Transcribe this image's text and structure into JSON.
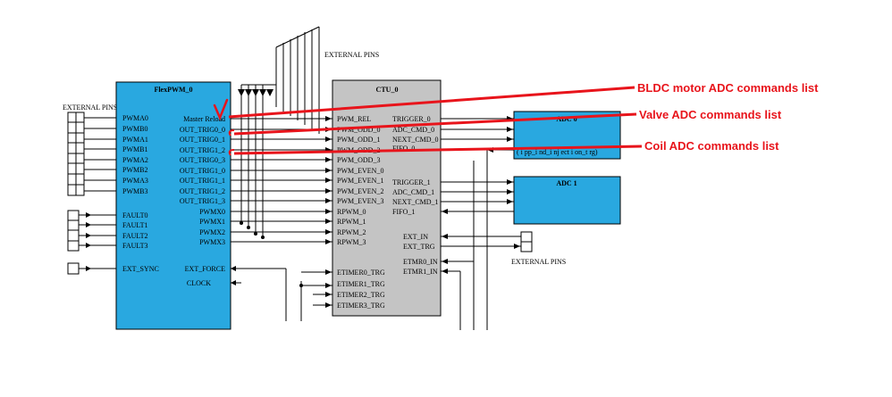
{
  "colors": {
    "block_blue": "#29a8e0",
    "ctu_gray": "#c4c4c4",
    "annotation_red": "#e8141b"
  },
  "labels": {
    "external_pins_left": "EXTERNAL PINS",
    "external_pins_top": "EXTERNAL PINS",
    "external_pins_right": "EXTERNAL PINS"
  },
  "flexpwm": {
    "title": "FlexPWM_0",
    "left_pwm": [
      "PWMA0",
      "PWMB0",
      "PWMA1",
      "PWMB1",
      "PWMA2",
      "PWMB2",
      "PWMA3",
      "PWMB3"
    ],
    "left_fault": [
      "FAULT0",
      "FAULT1",
      "FAULT2",
      "FAULT3"
    ],
    "ext_sync": "EXT_SYNC",
    "right_trig": [
      "Master Reload",
      "OUT_TRIG0_0",
      "OUT_TRIG0_1",
      "OUT_TRIG1_2",
      "OUT_TRIG0_3",
      "OUT_TRIG1_0",
      "OUT_TRIG1_1",
      "OUT_TRIG1_2",
      "OUT_TRIG1_3"
    ],
    "right_pwmx": [
      "PWMX0",
      "PWMX1",
      "PWMX2",
      "PWMX3"
    ],
    "ext_force": "EXT_FORCE",
    "clock": "CLOCK"
  },
  "ctu": {
    "title": "CTU_0",
    "inputs": [
      "PWM_REL",
      "PWM_ODD_0",
      "PWM_ODD_1",
      "PWM_ODD_2",
      "PWM_ODD_3",
      "PWM_EVEN_0",
      "PWM_EVEN_1",
      "PWM_EVEN_2",
      "PWM_EVEN_3",
      "RPWM_0",
      "RPWM_1",
      "RPWM_2",
      "RPWM_3"
    ],
    "etimer_inputs": [
      "ETIMER0_TRG",
      "ETIMER1_TRG",
      "ETIMER2_TRG",
      "ETIMER3_TRG"
    ],
    "outputs_group0": [
      "TRIGGER_0",
      "ADC_CMD_0",
      "NEXT_CMD_0",
      "FIFO_0"
    ],
    "outputs_group1": [
      "TRIGGER_1",
      "ADC_CMD_1",
      "NEXT_CMD_1",
      "FIFO_1"
    ],
    "ext": [
      "EXT_IN",
      "EXT_TRG"
    ],
    "etmr": [
      "ETMR0_IN",
      "ETMR1_IN"
    ]
  },
  "adc0": {
    "title": "ADC 0",
    "sub": "( i pp_i nd_i nj ect i on_t rg)"
  },
  "adc1": {
    "title": "ADC 1"
  },
  "annotations": [
    "BLDC motor ADC commands list",
    "Valve ADC commands list",
    "Coil ADC commands list"
  ]
}
